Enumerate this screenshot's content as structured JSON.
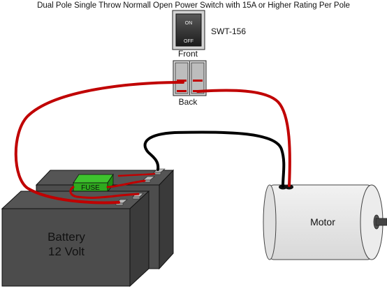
{
  "title": "Dual Pole Single Throw Normall Open Power Switch with 15A or Higher Rating Per Pole",
  "switch": {
    "on_label": "ON",
    "off_label": "OFF",
    "part_number": "SWT-156",
    "front_label": "Front",
    "back_label": "Back"
  },
  "fuse_label": "FUSE",
  "battery": {
    "line1": "Battery",
    "line2": "12 Volt"
  },
  "motor_label": "Motor",
  "colors": {
    "positive_wire": "#c00000",
    "negative_wire": "#000000",
    "fuse": "#2eaa1e",
    "battery": "#4c4c4c",
    "motor": "#e6e6e6"
  }
}
